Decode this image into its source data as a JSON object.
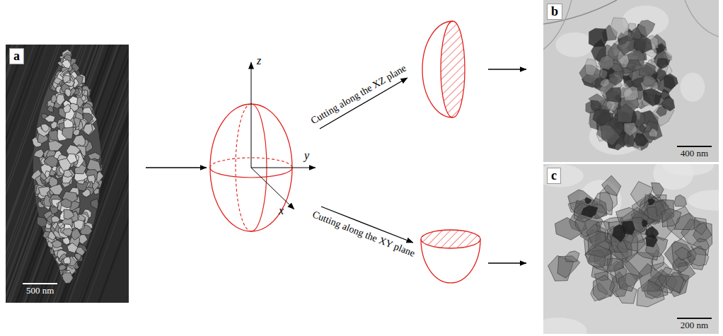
{
  "diagram": {
    "nodes": [
      {
        "text": [
          "a",
          "500 nm"
        ]
      },
      {
        "text": [
          "z",
          "y",
          "x"
        ]
      },
      {
        "text": [
          "b",
          "400 nm"
        ]
      },
      {
        "text": [
          "c",
          "200 nm"
        ]
      }
    ],
    "edges": [
      {
        "from": 0,
        "to": 1,
        "arrow": "to"
      },
      {
        "from": 1,
        "to": 2,
        "arrow": "to",
        "label": "Cutting along the XZ plane"
      },
      {
        "from": 1,
        "to": 3,
        "arrow": "to",
        "label": "Cutting along the XY plane"
      }
    ]
  }
}
